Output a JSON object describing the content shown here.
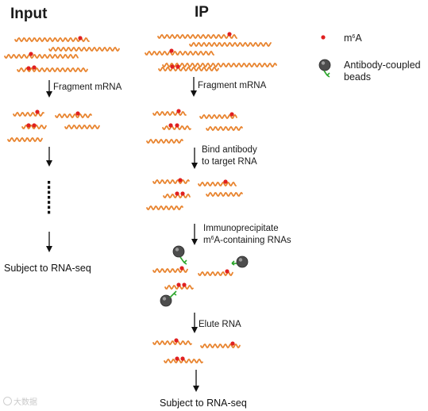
{
  "input": {
    "title": "Input",
    "step_fragment": "Fragment mRNA",
    "subject": "Subject to RNA-seq"
  },
  "ip": {
    "title": "IP",
    "step_fragment": "Fragment mRNA",
    "step_bind_line1": "Bind antibody",
    "step_bind_line2": "to target RNA",
    "step_immuno_line1": "Immunoprecipitate",
    "step_immuno_m": "m",
    "step_immuno_sup": "6",
    "step_immuno_rest": "A-containing RNAs",
    "step_elute": "Elute RNA",
    "subject": "Subject to RNA-seq"
  },
  "legend": {
    "m6a_m": "m",
    "m6a_sup": "6",
    "m6a_rest": "A",
    "beads_line1": "Antibody-coupled",
    "beads_line2": "beads"
  },
  "watermark": {
    "text": "大数据"
  },
  "colors": {
    "rna": "#e8842f",
    "m6a": "#e02020",
    "bead": "#4d4d4d",
    "antibody": "#2aa52a",
    "arrow": "#111111"
  }
}
